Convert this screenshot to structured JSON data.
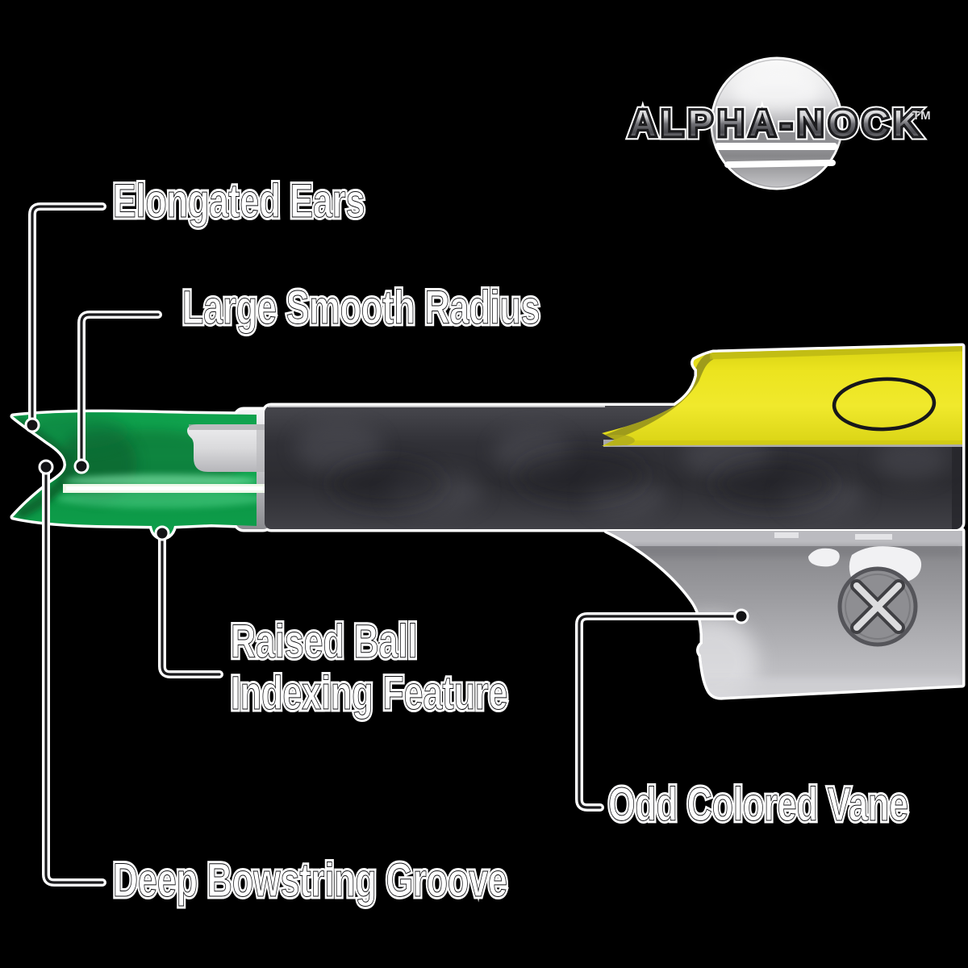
{
  "page": {
    "background": "#000000"
  },
  "logo": {
    "brand": "ALPHA-NOCK",
    "trademark": "TM"
  },
  "labels": {
    "elongated_ears": "Elongated Ears",
    "large_smooth_radius": "Large Smooth Radius",
    "raised_ball_line1": "Raised Ball",
    "raised_ball_line2": "Indexing Feature",
    "odd_colored_vane": "Odd Colored Vane",
    "deep_bowstring_groove": "Deep Bowstring Groove"
  },
  "colors": {
    "nock_green": "#0FA24C",
    "nock_green_shadow": "#0A6A33",
    "vane_yellow": "#ECE41F",
    "vane_gray": "#9C9CA0",
    "shaft_black": "#35353B",
    "insert_white": "#E6E6E8",
    "callout_line": "#1B1B1D",
    "halo_white": "#FFFFFF",
    "logo_silver": "#C6C6C9"
  }
}
